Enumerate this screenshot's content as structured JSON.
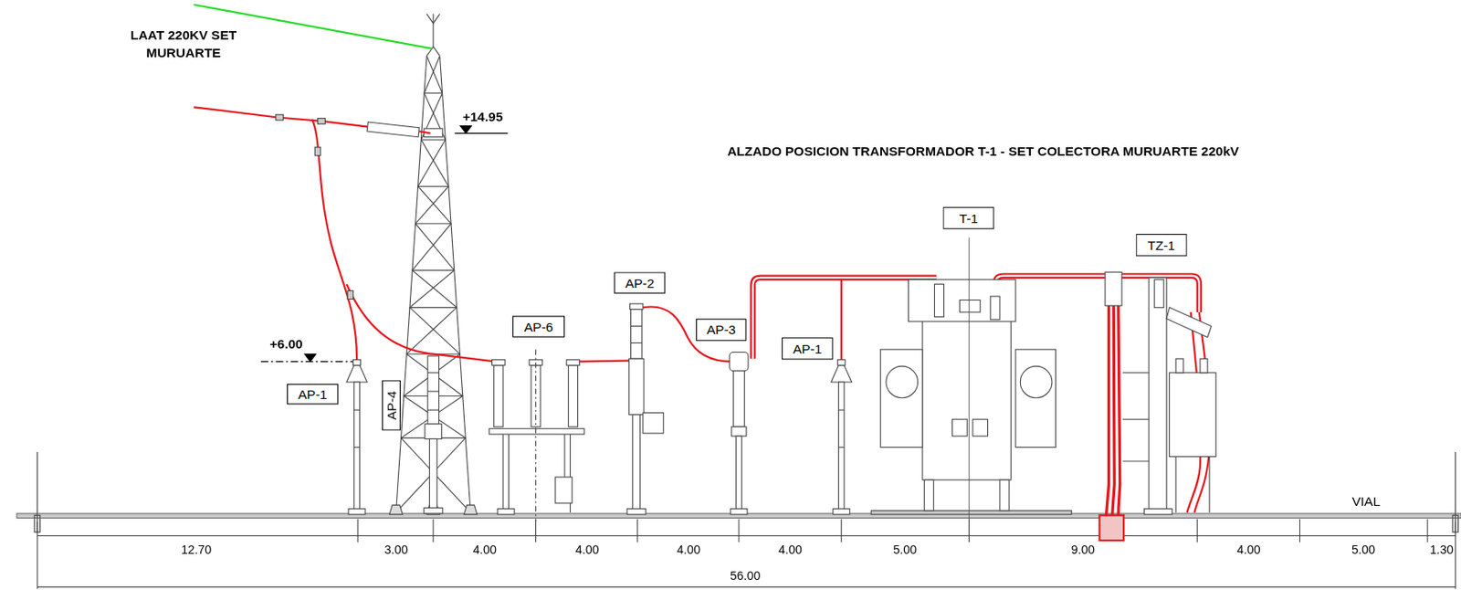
{
  "diagram": {
    "title": "ALZADO POSICION TRANSFORMADOR T-1 - SET COLECTORA MURUARTE 220kV",
    "nodes": [
      {
        "text": [
          "AP-1"
        ]
      },
      {
        "text": [
          "AP-4"
        ]
      },
      {
        "text": [
          "AP-6"
        ]
      },
      {
        "text": [
          "AP-2"
        ]
      },
      {
        "text": [
          "AP-3"
        ]
      },
      {
        "text": [
          "AP-1"
        ]
      },
      {
        "text": [
          "T-1"
        ]
      },
      {
        "text": [
          "TZ-1"
        ]
      }
    ],
    "labels": [
      "LAAT 220KV SET MURUARTE",
      "+14.95",
      "+6.00",
      "VIAL",
      "12.70",
      "3.00",
      "4.00",
      "4.00",
      "4.00",
      "4.00",
      "5.00",
      "9.00",
      "4.00",
      "5.00",
      "1.30",
      "56.00"
    ]
  }
}
